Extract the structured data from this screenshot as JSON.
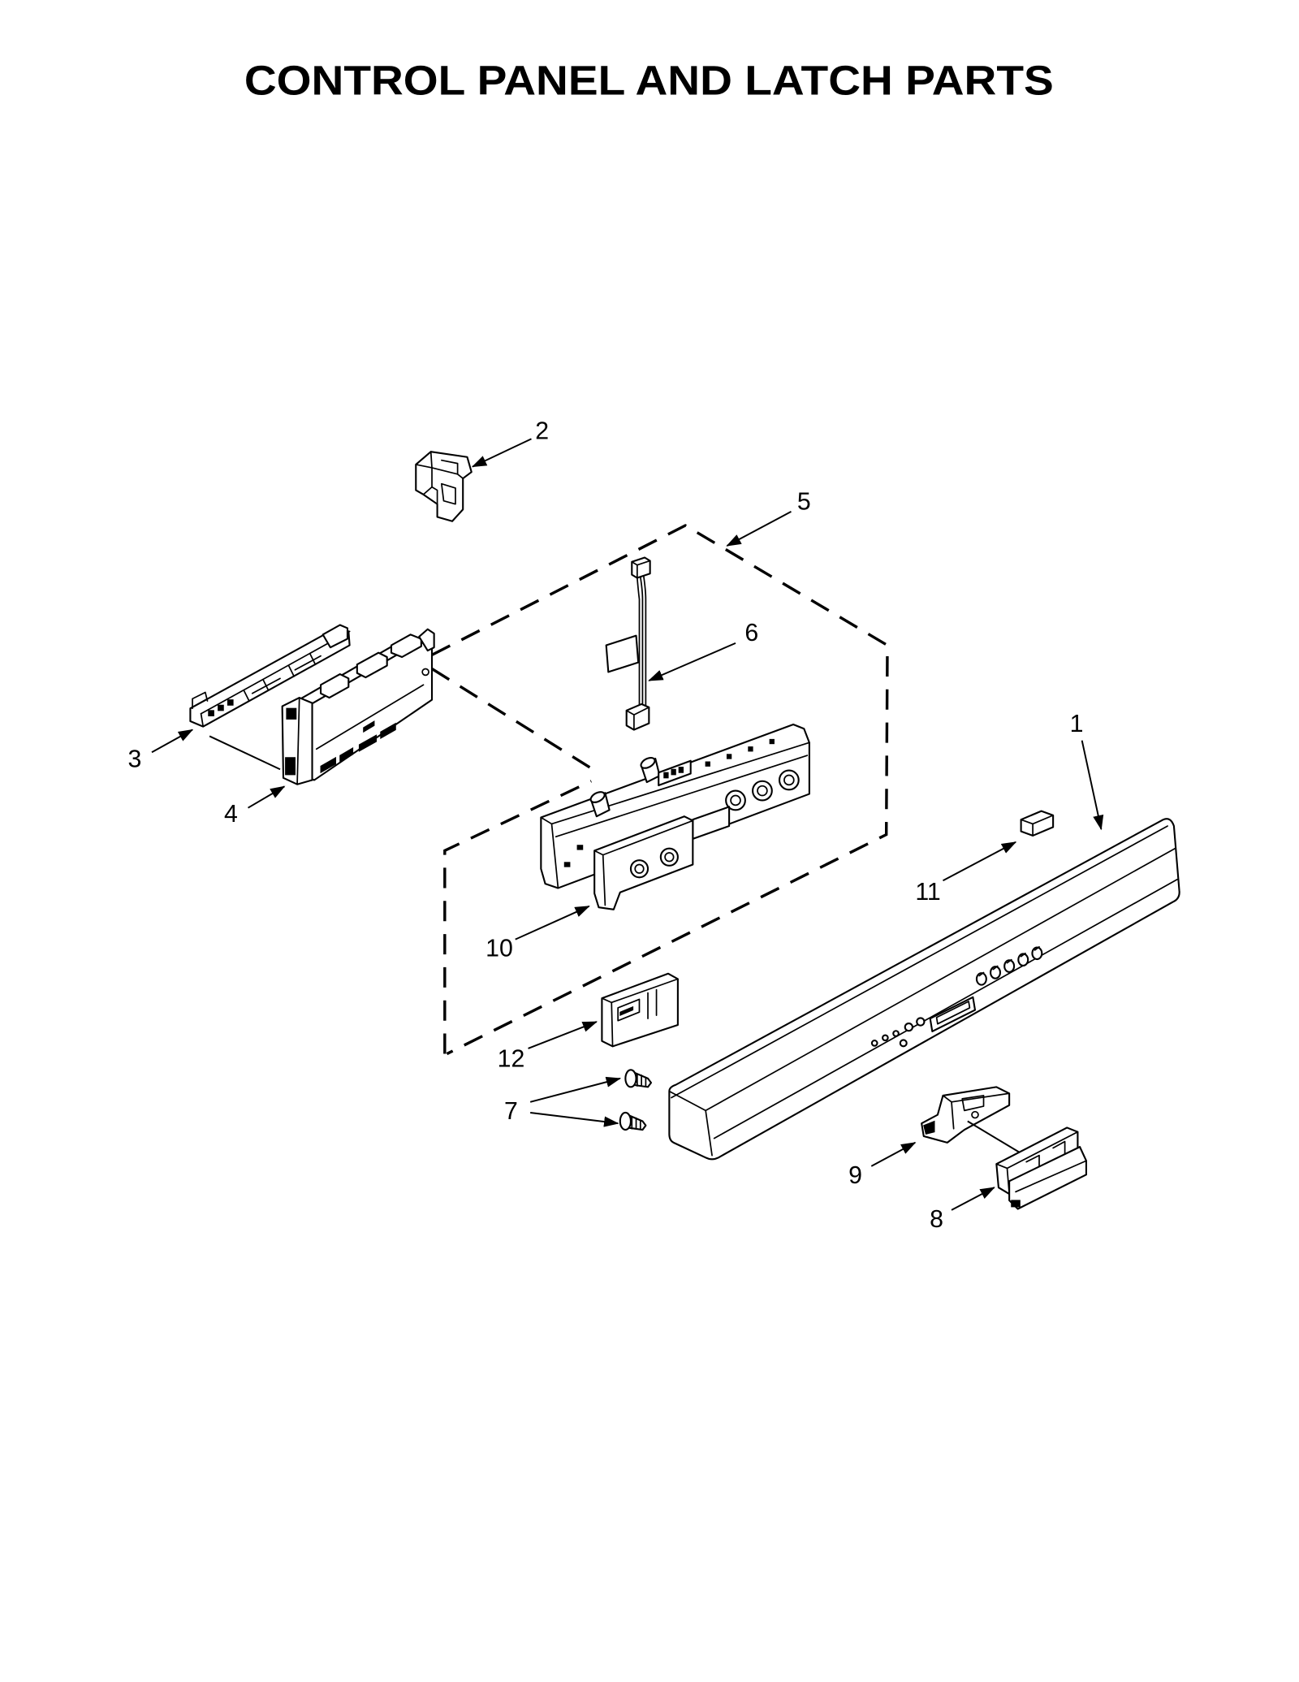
{
  "title": "CONTROL PANEL AND LATCH PARTS",
  "callouts": [
    "1",
    "2",
    "3",
    "4",
    "5",
    "6",
    "7",
    "8",
    "9",
    "10",
    "11",
    "12"
  ],
  "colors": {
    "ink": "#000000",
    "background": "#ffffff"
  }
}
